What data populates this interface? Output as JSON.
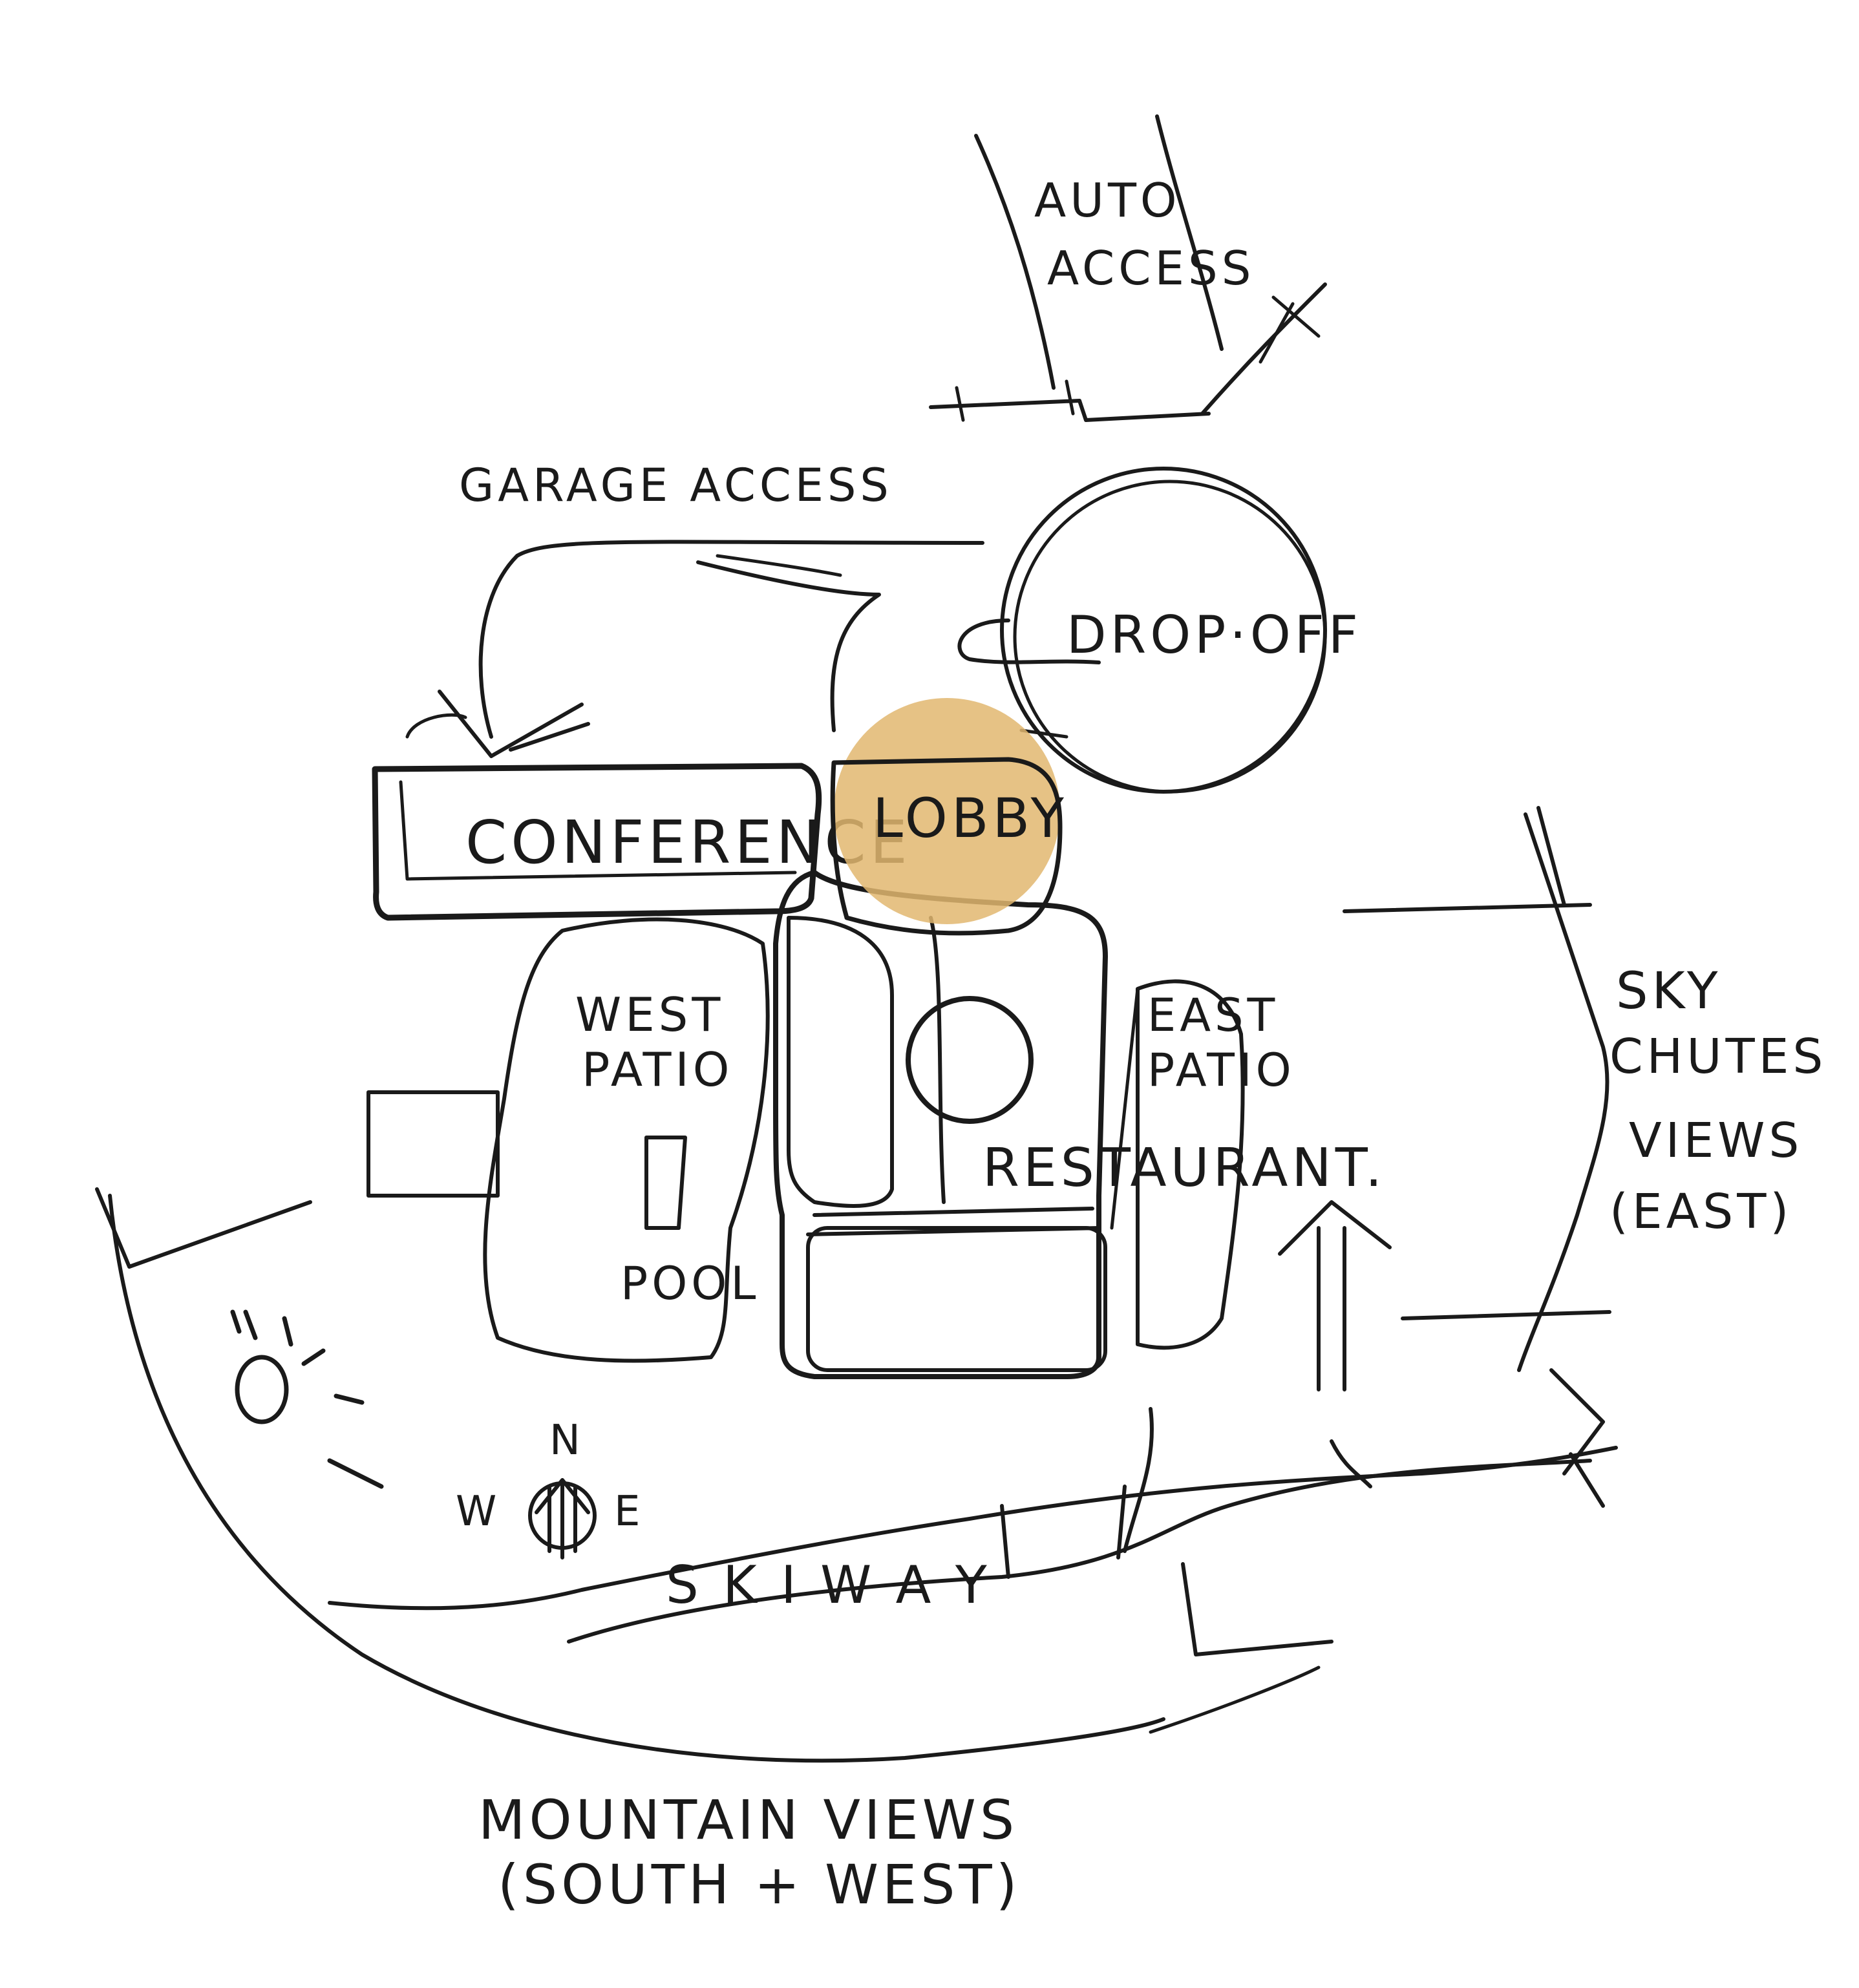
{
  "colors": {
    "ink": "#1a1a1a",
    "conference_fill": "#f4f5d9",
    "lobby_fill": "#e2b770",
    "restaurant_fill": "#e9a3a8",
    "paper": "#ffffff"
  },
  "labels": {
    "auto_access_line1": "AUTO",
    "auto_access_line2": "ACCESS",
    "garage_access": "GARAGE ACCESS",
    "drop_off": "DROP·OFF",
    "conference": "CONFERENCE",
    "lobby": "LOBBY",
    "west_patio_line1": "WEST",
    "west_patio_line2": "PATIO",
    "east_patio_line1": "EAST",
    "east_patio_line2": "PATIO",
    "restaurant": "RESTAURANT.",
    "pool": "POOL",
    "sky_chutes_line1": "SKY",
    "sky_chutes_line2": "CHUTES",
    "views_east_line1": "VIEWS",
    "views_east_line2": "(EAST)",
    "ski_way": "S K I   W A Y",
    "compass_n": "N",
    "compass_w": "W",
    "compass_e": "E",
    "mountain_views_line1": "MOUNTAIN VIEWS",
    "mountain_views_line2": "(SOUTH + WEST)"
  },
  "icons": [
    "sun-icon",
    "compass-icon",
    "arrow-icon"
  ]
}
